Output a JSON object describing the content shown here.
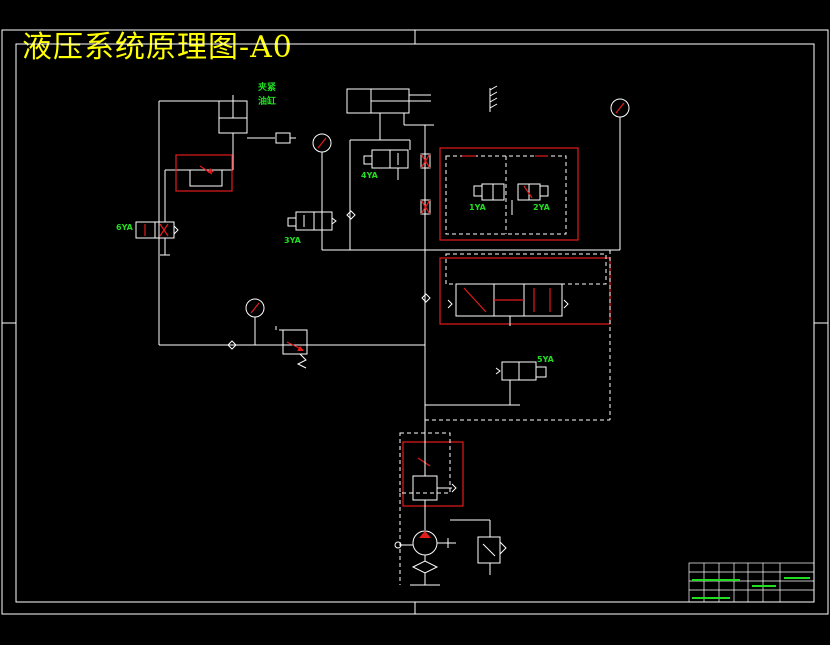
{
  "title": "液压系统原理图-A0",
  "labels": {
    "cylinder_note": "夹紧\n油缸",
    "valve_6ya": "6YA",
    "valve_4ya": "4YA",
    "valve_3ya": "3YA",
    "valve_1ya": "1YA",
    "valve_2ya": "2YA",
    "valve_5ya": "5YA"
  },
  "colors": {
    "background": "#000000",
    "lines": "#ffffff",
    "title": "#ffff00",
    "labels": "#22dd22",
    "highlight": "#e21c1c"
  }
}
